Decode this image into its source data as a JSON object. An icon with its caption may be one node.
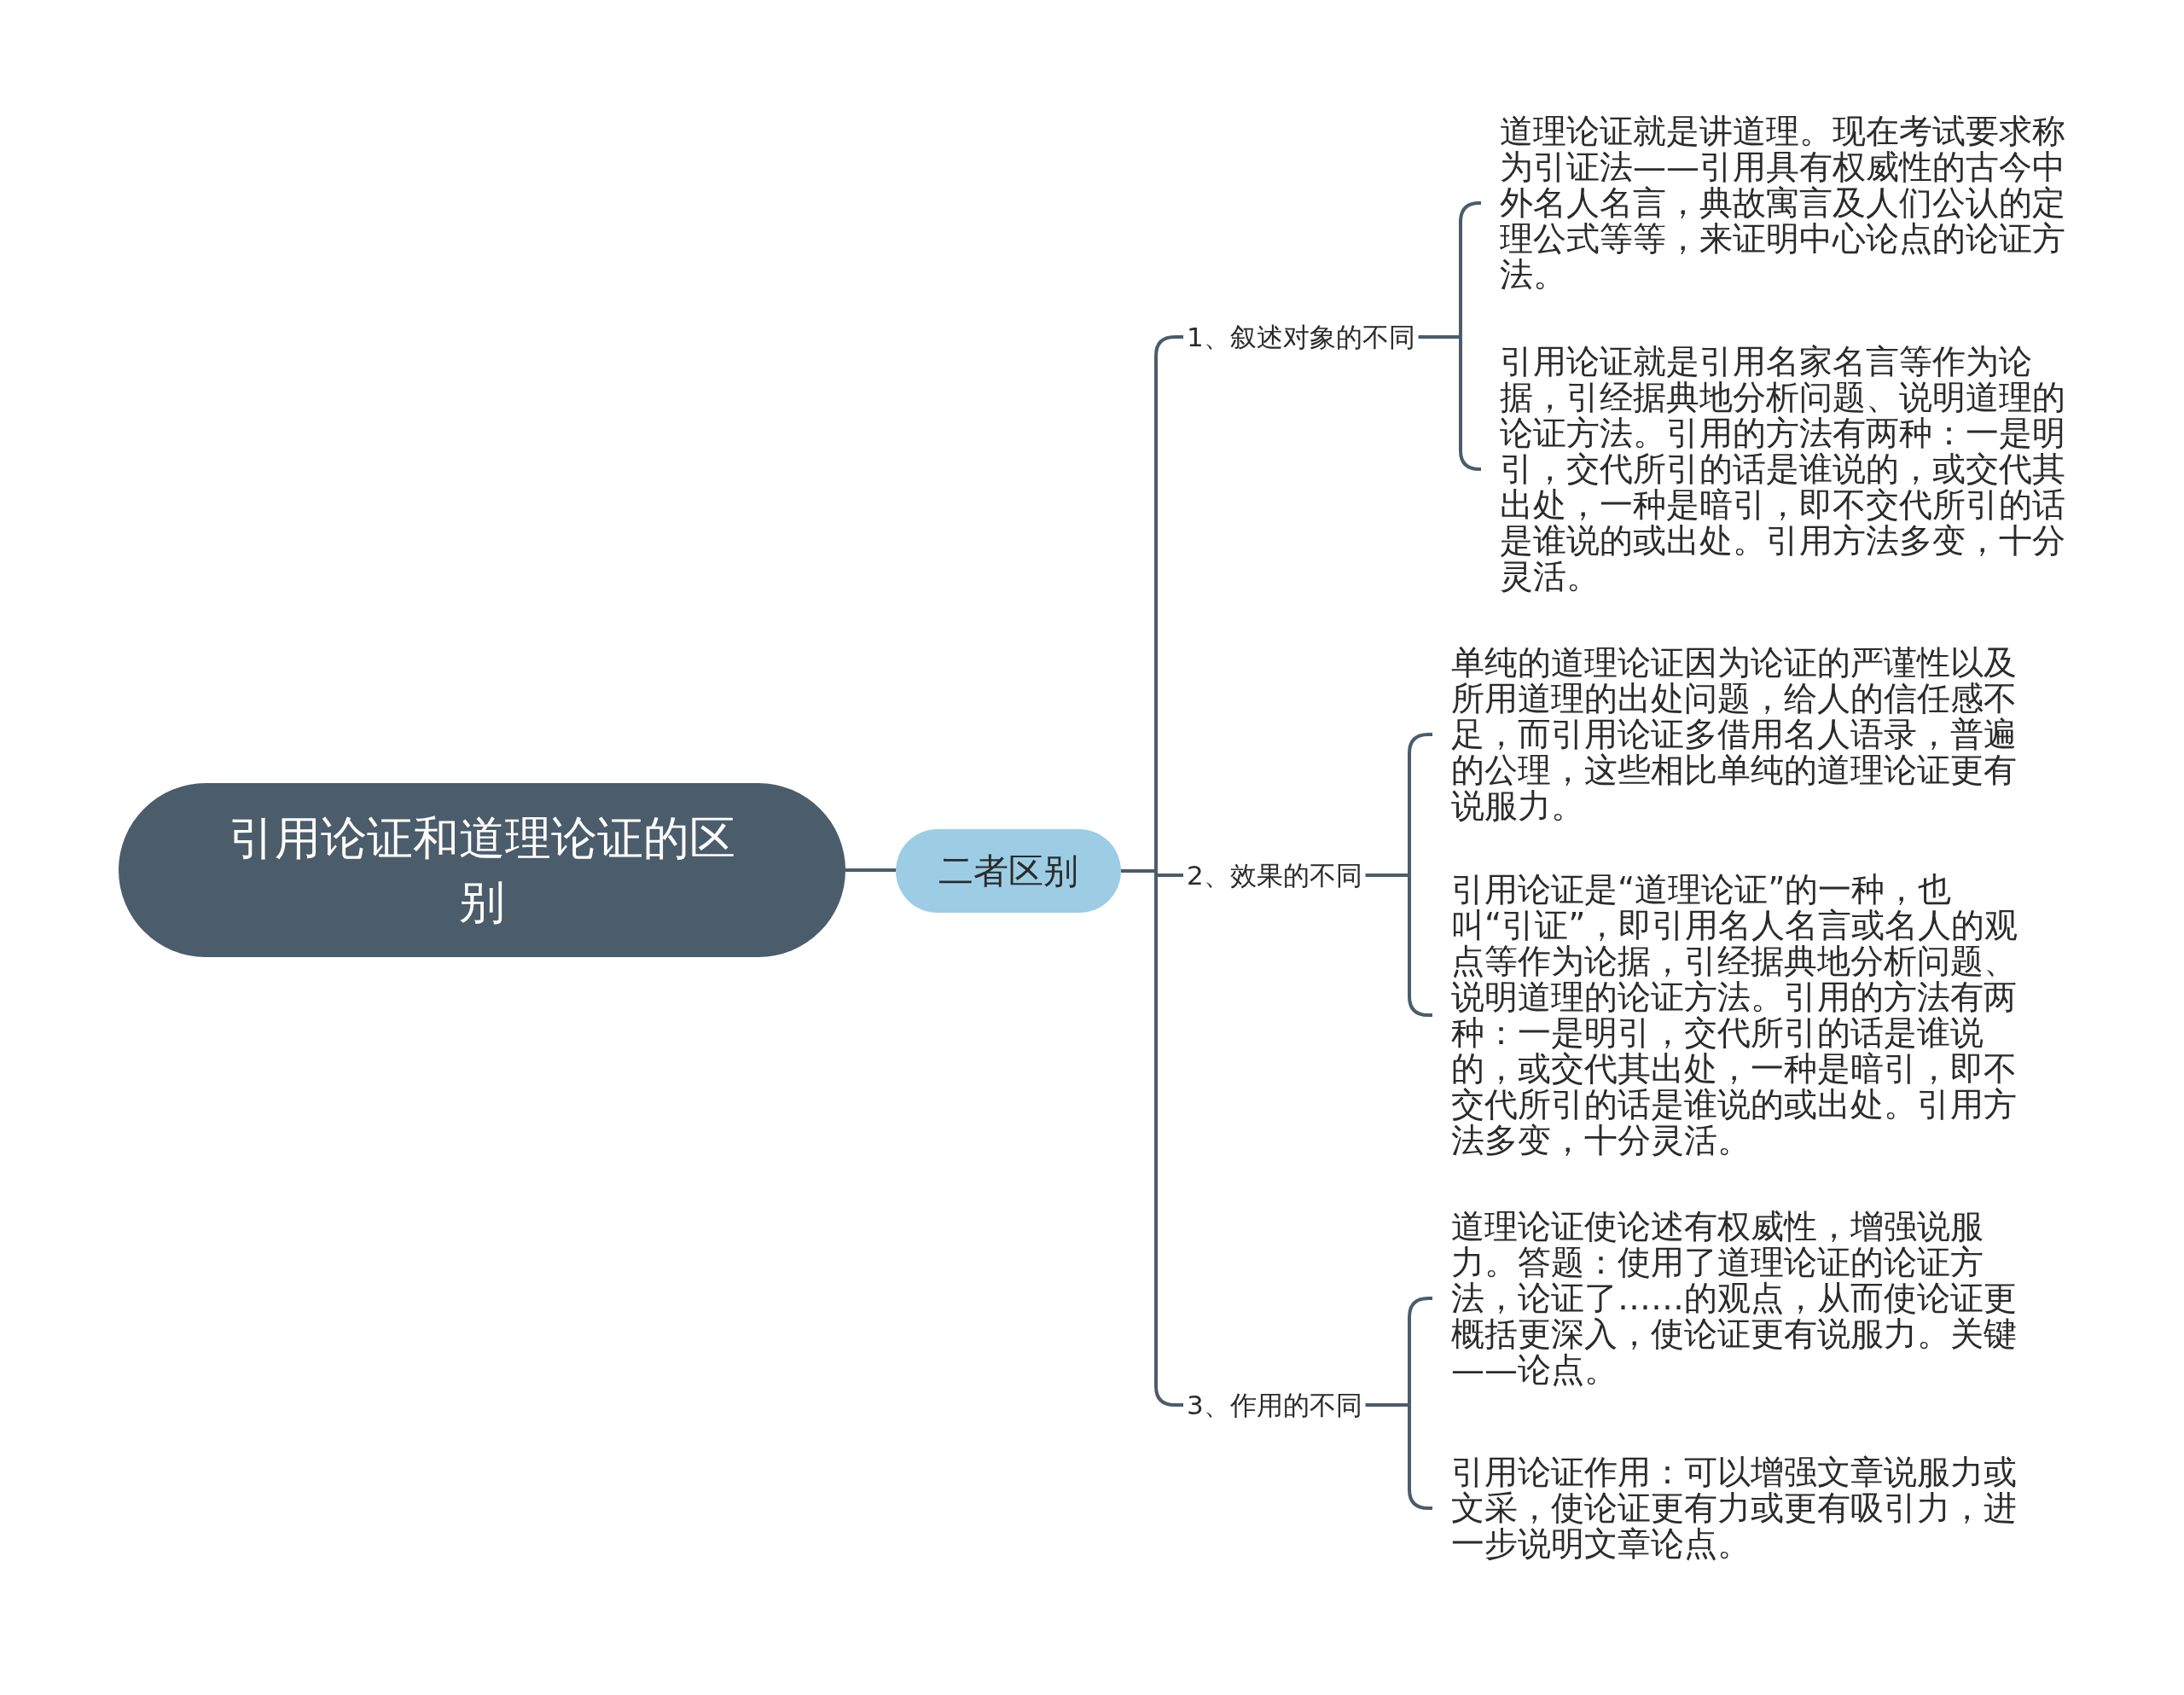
{
  "diagram": {
    "nodes": [
      {
        "text": [
          "引用论证和道理论证的区别"
        ]
      },
      {
        "text": [
          "二者区别"
        ]
      },
      {
        "text": [
          "1、叙述对象的不同"
        ]
      },
      {
        "text": [
          "2、效果的不同"
        ]
      },
      {
        "text": [
          "3、作用的不同"
        ]
      },
      {
        "text": [
          "道理论证就是讲道理。现在考试要求称为引证法——引用具有权威性的古今中外名人名言，典故寓言及人们公认的定理公式等等，来证明中心论点的论证方法。"
        ]
      },
      {
        "text": [
          "引用论证就是引用名家名言等作为论据，引经据典地分析问题、说明道理的论证方法。引用的方法有两种：一是明引，交代所引的话是谁说的，或交代其出处，一种是暗引，即不交代所引的话是谁说的或出处。引用方法多变，十分灵活。"
        ]
      },
      {
        "text": [
          "单纯的道理论证因为论证的严谨性以及所用道理的出处问题，给人的信任感不足，而引用论证多借用名人语录，普遍的公理，这些相比单纯的道理论证更有说服力。"
        ]
      },
      {
        "text": [
          "引用论证是“道理论证”的一种，也叫“引证”，即引用名人名言或名人的观点等作为论据，引经据典地分析问题、说明道理的论证方法。引用的方法有两种：一是明引，交代所引的话是谁说的，或交代其出处，一种是暗引，即不交代所引的话是谁说的或出处。引用方法多变，十分灵活。"
        ]
      },
      {
        "text": [
          "道理论证使论述有权威性，增强说服力。答题：使用了道理论证的论证方法，论证了……的观点，从而使论证更概括更深入，使论证更有说服力。关键——论点。"
        ]
      },
      {
        "text": [
          "引用论证作用：可以增强文章说服力或文采，使论证更有力或更有吸引力，进一步说明文章论点。"
        ]
      }
    ],
    "edges": [
      {
        "from": 0,
        "to": 1,
        "arrow": "none"
      },
      {
        "from": 1,
        "to": 2,
        "arrow": "none"
      },
      {
        "from": 1,
        "to": 3,
        "arrow": "none"
      },
      {
        "from": 1,
        "to": 4,
        "arrow": "none"
      },
      {
        "from": 2,
        "to": 5,
        "arrow": "none"
      },
      {
        "from": 2,
        "to": 6,
        "arrow": "none"
      },
      {
        "from": 3,
        "to": 7,
        "arrow": "none"
      },
      {
        "from": 3,
        "to": 8,
        "arrow": "none"
      },
      {
        "from": 4,
        "to": 9,
        "arrow": "none"
      },
      {
        "from": 4,
        "to": 10,
        "arrow": "none"
      }
    ]
  }
}
